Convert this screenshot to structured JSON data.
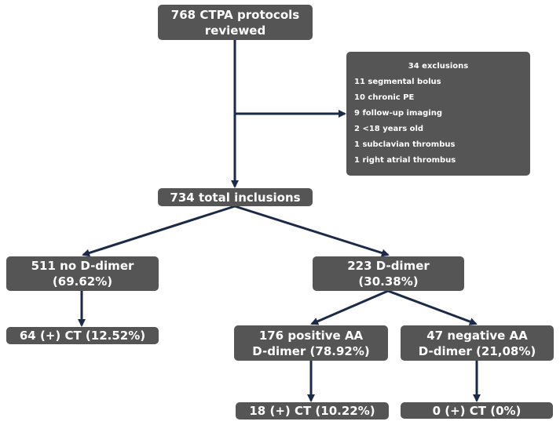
{
  "diagram": {
    "root": {
      "line1": "768 CTPA protocols",
      "line2": "reviewed"
    },
    "exclusions": {
      "title": "34 exclusions",
      "items": [
        "11 segmental bolus",
        "10 chronic PE",
        "9 follow-up imaging",
        "2 <18 years old",
        "1 subclavian thrombus",
        "1 right atrial thrombus"
      ]
    },
    "total": {
      "label": "734 total inclusions"
    },
    "no_ddimer": {
      "line1": "511 no D-dimer",
      "line2": "(69.62%)"
    },
    "ddimer": {
      "line1": "223 D-dimer",
      "line2": "(30.38%)"
    },
    "no_ddimer_ct": {
      "label": "64 (+) CT (12.52%)"
    },
    "positive_aa": {
      "line1": "176 positive AA",
      "line2": "D-dimer (78.92%)"
    },
    "negative_aa": {
      "line1": "47 negative AA",
      "line2": "D-dimer (21,08%)"
    },
    "positive_ct": {
      "label": "18 (+) CT (10.22%)"
    },
    "negative_ct": {
      "label": "0 (+) CT (0%)"
    }
  },
  "colors": {
    "box": "#555555",
    "text": "#ffffff",
    "arrow": "#1b2a49"
  }
}
